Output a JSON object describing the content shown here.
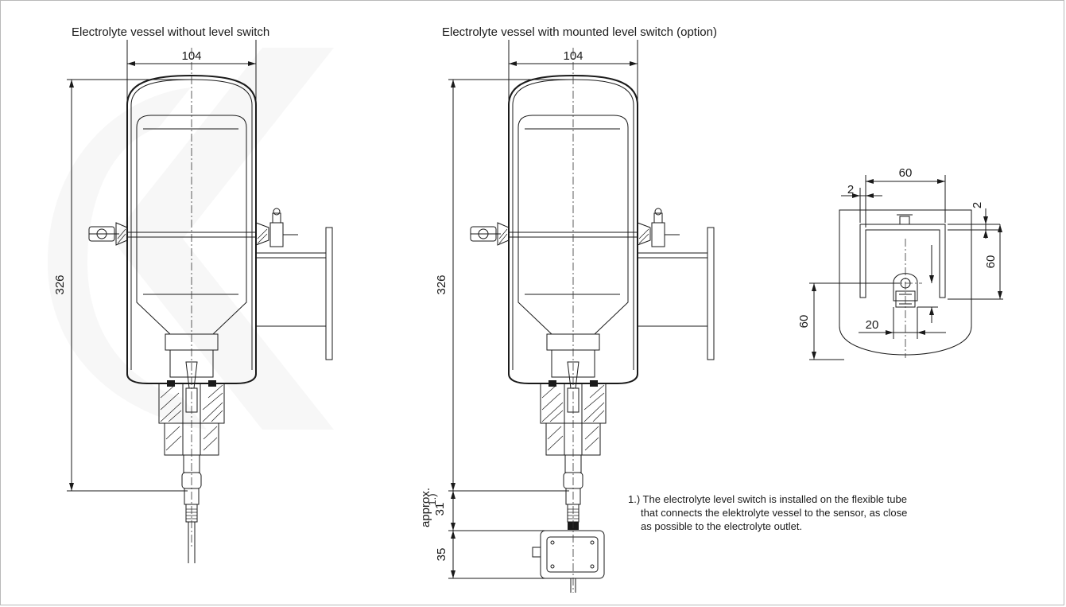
{
  "captions": {
    "left": "Electrolyte vessel without level switch",
    "right": "Electrolyte vessel with mounted level switch (option)"
  },
  "dimensions": {
    "left_width": "104",
    "left_height": "326",
    "right_width": "104",
    "right_height": "326",
    "approx_label": "approx.",
    "approx_value": "31",
    "approx_footnote": "1.)",
    "switch_height": "35",
    "detail_width": "60",
    "detail_gap_left": "2",
    "detail_gap_right": "2",
    "detail_right_height": "60",
    "detail_left_height": "60",
    "detail_slot": "20"
  },
  "footnote": {
    "line1": "1.) The electrolyte level switch is installed on the flexible tube",
    "line2": "that connects the elektrolyte vessel to the sensor, as close",
    "line3": "as possible to the electrolyte outlet."
  },
  "colors": {
    "line": "#1a1a1a",
    "watermark": "#f2f2f2",
    "frame": "#b9b9b9"
  }
}
